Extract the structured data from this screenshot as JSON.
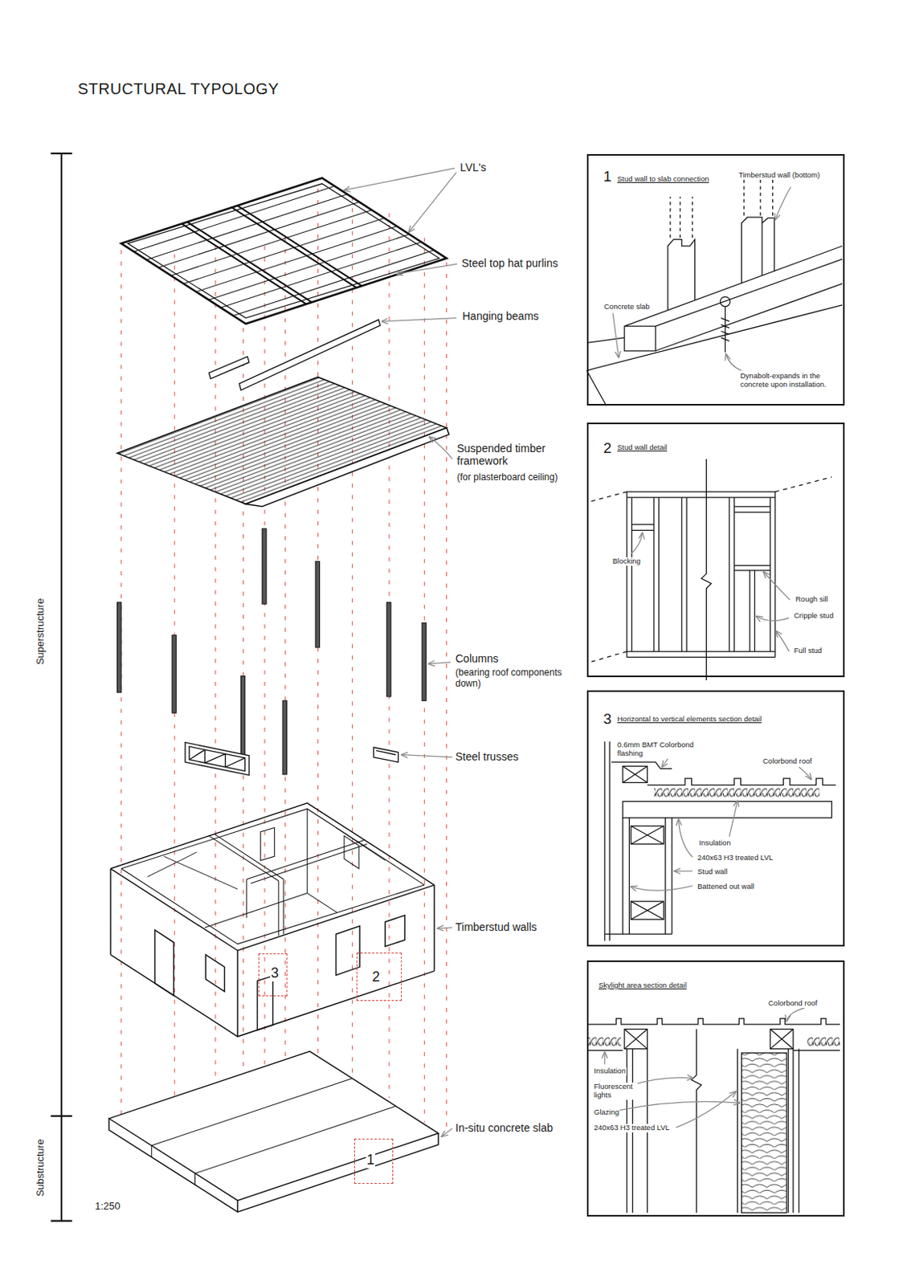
{
  "diagram": {
    "title": "STRUCTURAL TYPOLOGY",
    "nodes": [
      {
        "text": [
          "1",
          "Stud wall to slab connection",
          "Timberstud wall (bottom)",
          "Concrete slab",
          "Dynabolt-expands in the concrete upon installation."
        ]
      },
      {
        "text": [
          "2",
          "Stud wall detail",
          "Blocking",
          "Rough sill",
          "Cripple stud",
          "Full stud"
        ]
      },
      {
        "text": [
          "3",
          "Horizontal to vertical elements section detail",
          "0.6mm BMT Colorbond flashing",
          "Colorbond roof",
          "Insulation",
          "240x63 H3 treated LVL",
          "Stud wall",
          "Battened out wall"
        ]
      },
      {
        "text": [
          "Skylight area section detail",
          "Colorbond roof",
          "Insulation",
          "Fluorescent lights",
          "Glazing",
          "240x63 H3 treated LVL"
        ]
      },
      {
        "text": [
          "3"
        ]
      },
      {
        "text": [
          "2"
        ]
      },
      {
        "text": [
          "1"
        ]
      }
    ],
    "labels": [
      "Superstructure",
      "Substructure",
      "LVL's",
      "Steel top hat purlins",
      "Hanging beams",
      "Suspended timber framework",
      "(for plasterboard ceiling)",
      "Columns",
      "(bearing roof components down)",
      "Steel trusses",
      "Timberstud walls",
      "In-situ concrete slab",
      "1:250"
    ]
  }
}
